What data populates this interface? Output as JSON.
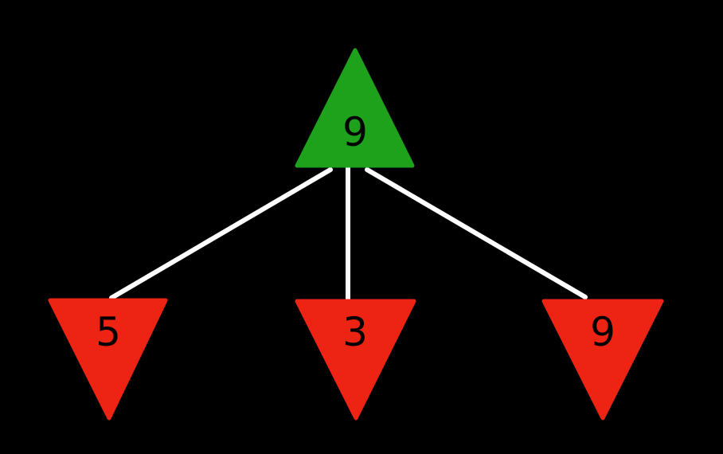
{
  "canvas": {
    "background": "#000000"
  },
  "tree": {
    "type": "minimax-game-tree",
    "edge_color": "#ffffff",
    "label_color": "#000000",
    "root": {
      "shape": "triangle-up",
      "role": "max-node",
      "value": "9",
      "fill": "#1ea21c"
    },
    "children": [
      {
        "shape": "triangle-down",
        "role": "min-node",
        "value": "5",
        "fill": "#ed2314"
      },
      {
        "shape": "triangle-down",
        "role": "min-node",
        "value": "3",
        "fill": "#ed2314"
      },
      {
        "shape": "triangle-down",
        "role": "min-node",
        "value": "9",
        "fill": "#ed2314"
      }
    ]
  }
}
